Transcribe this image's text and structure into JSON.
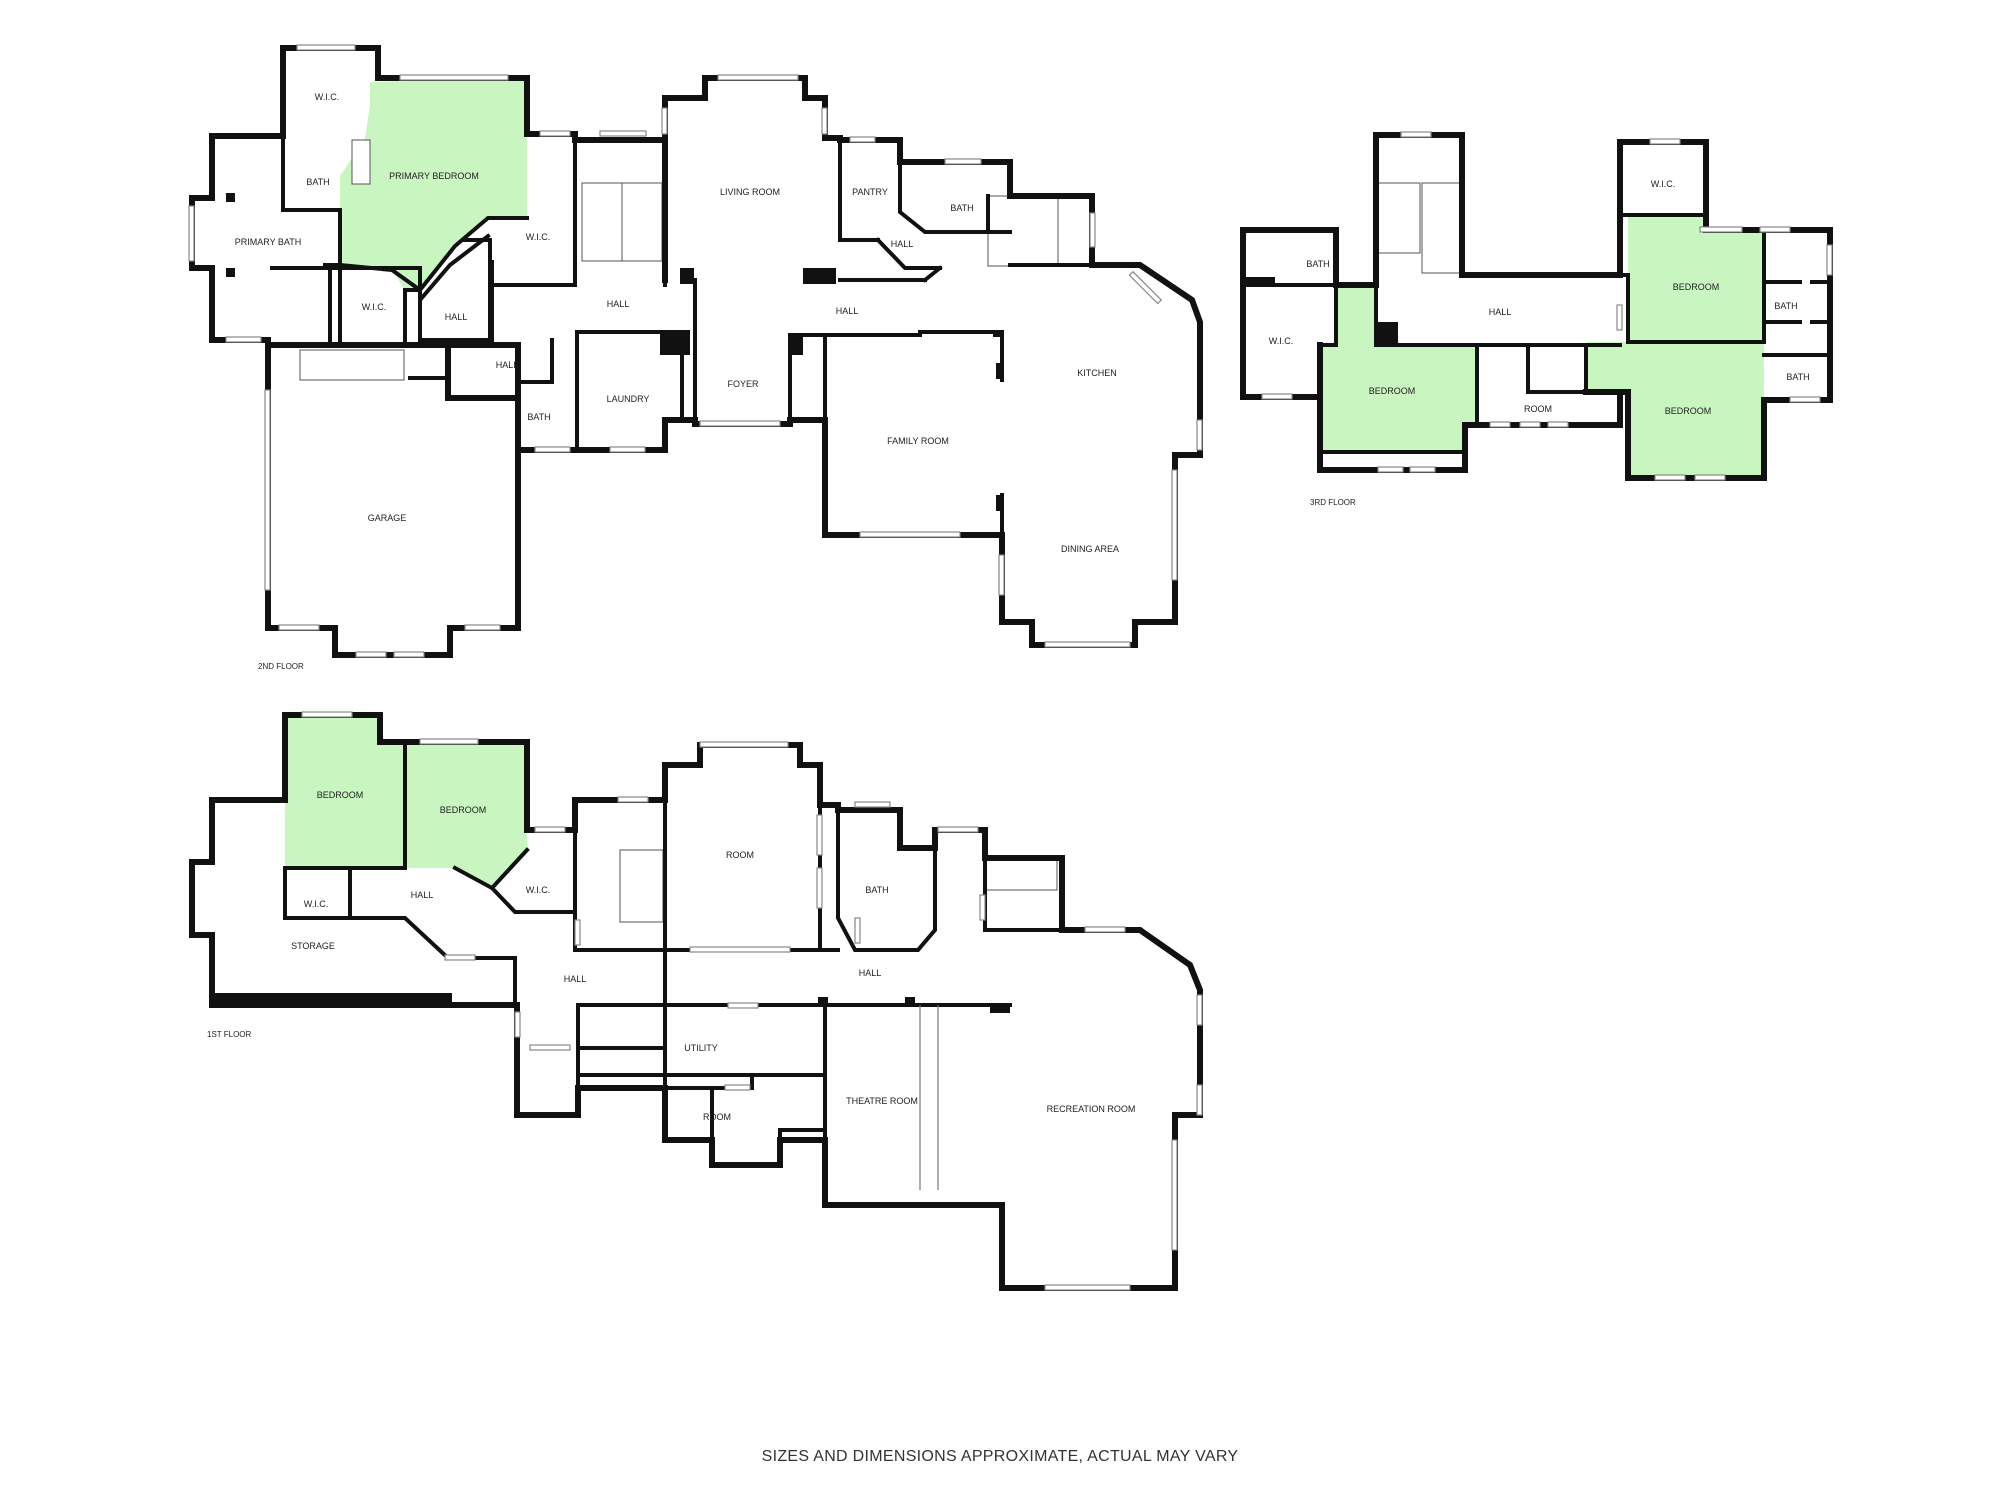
{
  "colors": {
    "bedroom_fill": "#c9f5c0",
    "wall": "#111111",
    "background": "#ffffff"
  },
  "floors": {
    "second": {
      "label": "2ND FLOOR",
      "rooms": {
        "wic_top": "W.I.C.",
        "primary_bedroom": "PRIMARY BEDROOM",
        "bath_small": "BATH",
        "primary_bath": "PRIMARY BATH",
        "wic_mid": "W.I.C.",
        "wic_lower": "W.I.C.",
        "hall_diag": "HALL",
        "hall_stair": "HALL",
        "hall_lower": "HALL",
        "bath_lower": "BATH",
        "laundry": "LAUNDRY",
        "living_room": "LIVING ROOM",
        "pantry": "PANTRY",
        "bath_right": "BATH",
        "hall_pantry": "HALL",
        "hall_center": "HALL",
        "foyer": "FOYER",
        "kitchen": "KITCHEN",
        "family_room": "FAMILY ROOM",
        "dining_area": "DINING AREA",
        "garage": "GARAGE"
      }
    },
    "third": {
      "label": "3RD FLOOR",
      "rooms": {
        "bath_left": "BATH",
        "wic_left": "W.I.C.",
        "bedroom_left": "BEDROOM",
        "hall": "HALL",
        "room": "ROOM",
        "wic_right": "W.I.C.",
        "bedroom_top_right": "BEDROOM",
        "bath_right_top": "BATH",
        "bedroom_bottom_right": "BEDROOM",
        "bath_right_bottom": "BATH"
      }
    },
    "first": {
      "label": "1ST FLOOR",
      "rooms": {
        "bedroom_left": "BEDROOM",
        "bedroom_right": "BEDROOM",
        "wic_small": "W.I.C.",
        "hall_left": "HALL",
        "wic_diag": "W.I.C.",
        "storage": "STORAGE",
        "room_top": "ROOM",
        "bath": "BATH",
        "hall_center": "HALL",
        "hall_right": "HALL",
        "utility": "UTILITY",
        "room_bottom": "ROOM",
        "theatre_room": "THEATRE ROOM",
        "recreation_room": "RECREATION ROOM"
      }
    }
  },
  "disclaimer": "SIZES AND DIMENSIONS APPROXIMATE, ACTUAL MAY VARY"
}
